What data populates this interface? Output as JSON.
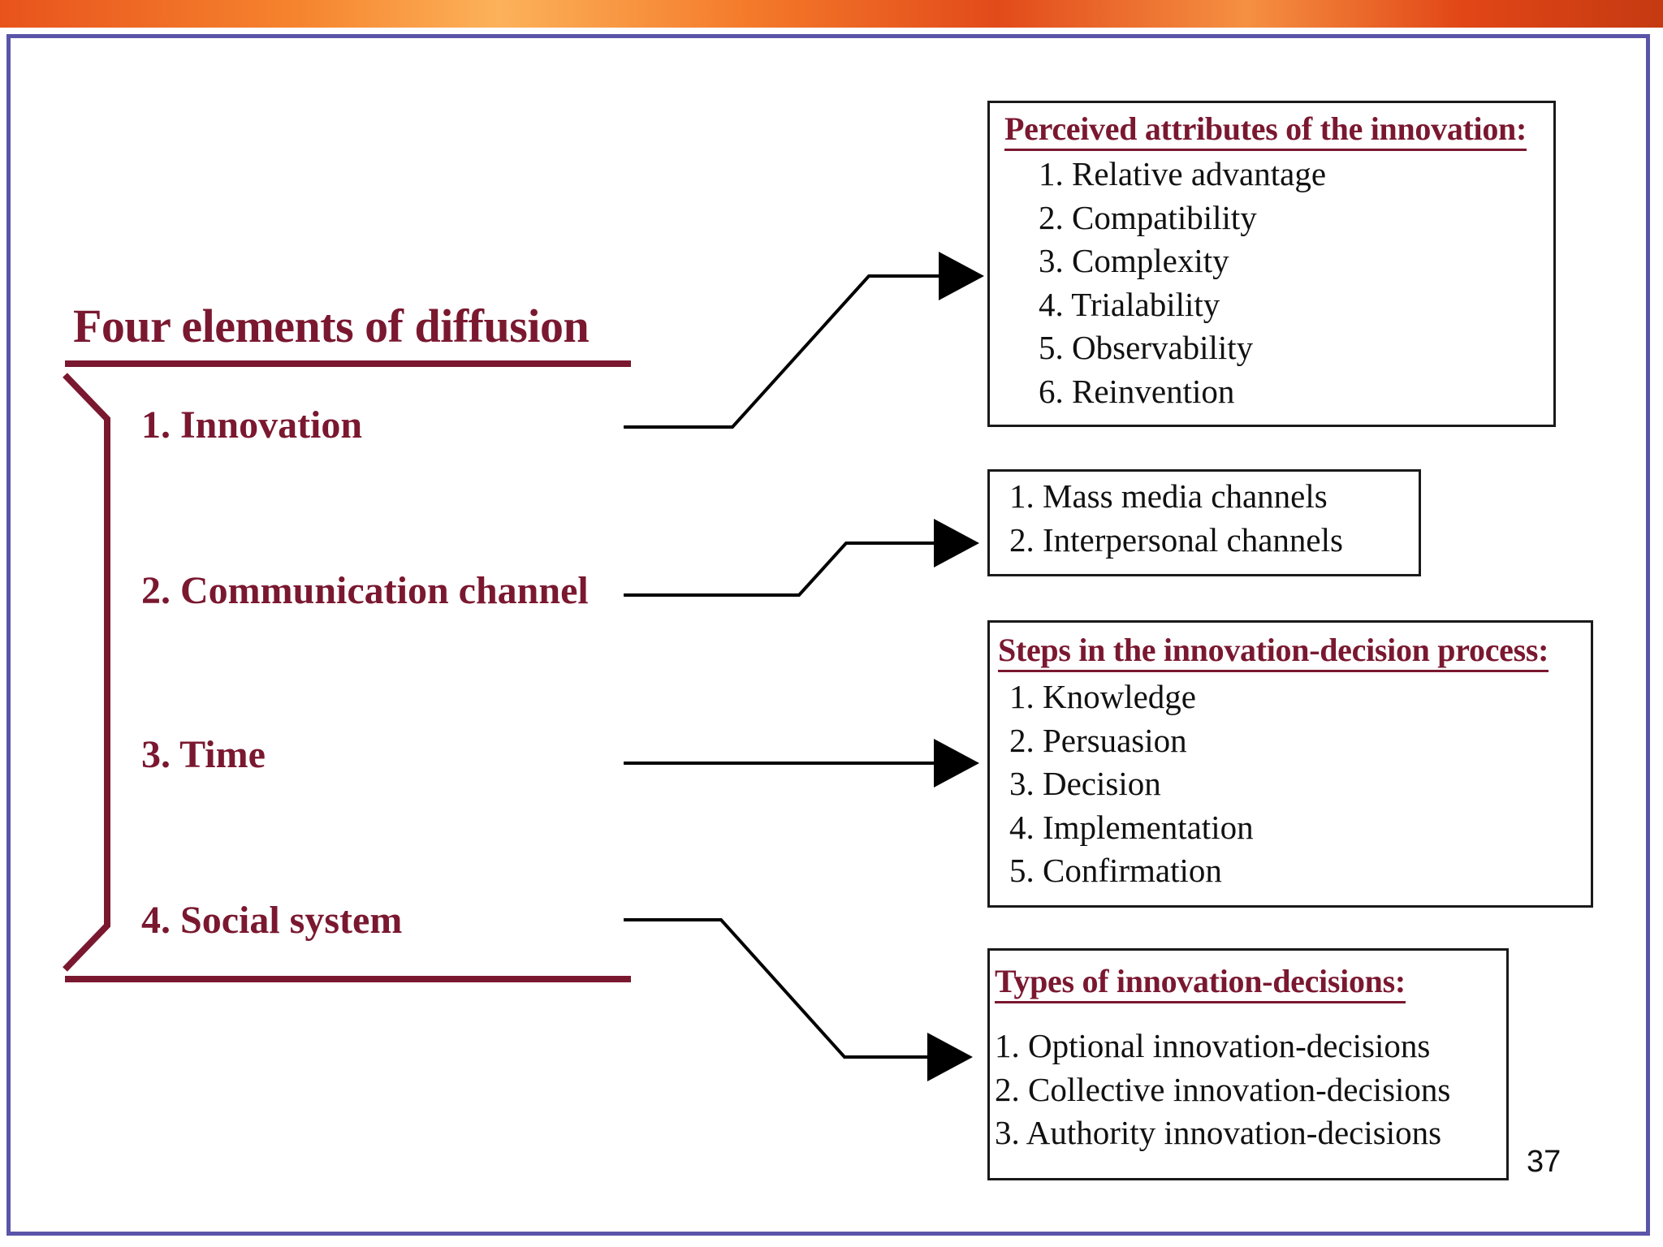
{
  "title": "Four elements of diffusion",
  "elements": [
    {
      "label": "1. Innovation"
    },
    {
      "label": "2. Communication channel"
    },
    {
      "label": "3. Time"
    },
    {
      "label": "4. Social system"
    }
  ],
  "boxes": {
    "attributes": {
      "heading": "Perceived attributes of the innovation:",
      "items": [
        "1. Relative advantage",
        "2. Compatibility",
        "3. Complexity",
        "4. Trialability",
        "5. Observability",
        "6. Reinvention"
      ]
    },
    "channels": {
      "items": [
        "1. Mass media channels",
        "2. Interpersonal channels"
      ]
    },
    "steps": {
      "heading": "Steps in the innovation-decision process:",
      "items": [
        "1. Knowledge",
        "2. Persuasion",
        "3. Decision",
        "4. Implementation",
        "5. Confirmation"
      ]
    },
    "types": {
      "heading": "Types of innovation-decisions:",
      "items": [
        "1. Optional innovation-decisions",
        "2. Collective innovation-decisions",
        "3. Authority innovation-decisions"
      ]
    }
  },
  "page_number": "37",
  "colors": {
    "accent": "#7a1830",
    "frame": "#5a55a8",
    "line": "#000000"
  }
}
